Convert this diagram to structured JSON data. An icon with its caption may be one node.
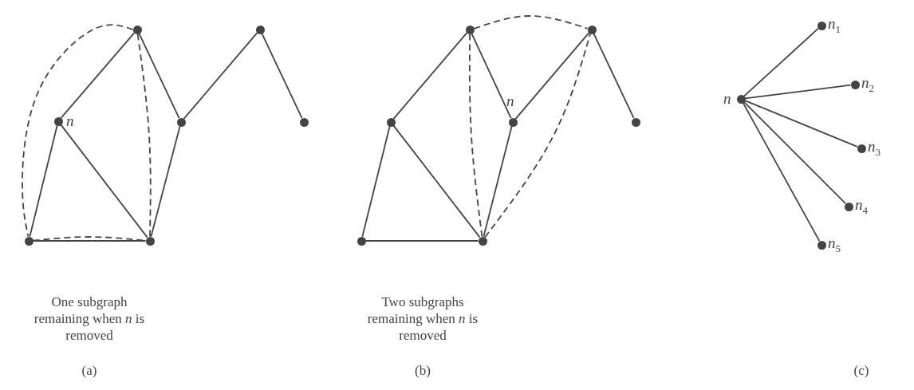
{
  "diagram": {
    "nodes": [
      {
        "text": [],
        "shape": "circle"
      },
      {
        "text": [],
        "shape": "circle",
        "beside": [
          "n"
        ]
      },
      {
        "text": [],
        "shape": "circle"
      },
      {
        "text": [],
        "shape": "circle"
      },
      {
        "text": [],
        "shape": "circle"
      },
      {
        "text": [],
        "shape": "circle"
      },
      {
        "text": [],
        "shape": "circle"
      },
      {
        "text": [],
        "shape": "circle"
      },
      {
        "text": [],
        "shape": "circle"
      },
      {
        "text": [],
        "shape": "circle"
      },
      {
        "text": [],
        "shape": "circle"
      },
      {
        "text": [],
        "shape": "circle",
        "beside": [
          "n"
        ]
      },
      {
        "text": [],
        "shape": "circle"
      },
      {
        "text": [],
        "shape": "circle"
      },
      {
        "text": [],
        "shape": "circle",
        "beside": [
          "n"
        ]
      },
      {
        "text": [],
        "shape": "circle",
        "beside": [
          "n$_{1}$"
        ]
      },
      {
        "text": [],
        "shape": "circle",
        "beside": [
          "n$_{2}$"
        ]
      },
      {
        "text": [],
        "shape": "circle",
        "beside": [
          "n$_{3}$"
        ]
      },
      {
        "text": [],
        "shape": "circle",
        "beside": [
          "n$_{4}$"
        ]
      },
      {
        "text": [],
        "shape": "circle",
        "beside": [
          "n$_{5}$"
        ]
      }
    ],
    "edges": [
      {
        "from": 0,
        "to": 1,
        "arrow": "none"
      },
      {
        "from": 1,
        "to": 2,
        "arrow": "none"
      },
      {
        "from": 1,
        "to": 3,
        "arrow": "none"
      },
      {
        "from": 2,
        "to": 3,
        "arrow": "none"
      },
      {
        "from": 0,
        "to": 4,
        "arrow": "none"
      },
      {
        "from": 4,
        "to": 3,
        "arrow": "none"
      },
      {
        "from": 4,
        "to": 5,
        "arrow": "none"
      },
      {
        "from": 5,
        "to": 6,
        "arrow": "none"
      },
      {
        "from": 0,
        "to": 2,
        "arrow": "none",
        "style": "dashed"
      },
      {
        "from": 0,
        "to": 3,
        "arrow": "none",
        "style": "dashed"
      },
      {
        "from": 2,
        "to": 3,
        "arrow": "none",
        "style": "dashed"
      },
      {
        "from": 7,
        "to": 8,
        "arrow": "none"
      },
      {
        "from": 8,
        "to": 9,
        "arrow": "none"
      },
      {
        "from": 8,
        "to": 10,
        "arrow": "none"
      },
      {
        "from": 9,
        "to": 10,
        "arrow": "none"
      },
      {
        "from": 7,
        "to": 11,
        "arrow": "none"
      },
      {
        "from": 11,
        "to": 10,
        "arrow": "none"
      },
      {
        "from": 11,
        "to": 12,
        "arrow": "none"
      },
      {
        "from": 12,
        "to": 13,
        "arrow": "none"
      },
      {
        "from": 7,
        "to": 12,
        "arrow": "none",
        "style": "dashed"
      },
      {
        "from": 7,
        "to": 10,
        "arrow": "none",
        "style": "dashed"
      },
      {
        "from": 10,
        "to": 12,
        "arrow": "none",
        "style": "dashed"
      },
      {
        "from": 14,
        "to": 15,
        "arrow": "none"
      },
      {
        "from": 14,
        "to": 16,
        "arrow": "none"
      },
      {
        "from": 14,
        "to": 17,
        "arrow": "none"
      },
      {
        "from": 14,
        "to": 18,
        "arrow": "none"
      },
      {
        "from": 14,
        "to": 19,
        "arrow": "none"
      }
    ],
    "labels": [
      "One subgraph remaining when *n* is removed",
      "Two subgraphs remaining when *n* is removed",
      "(a)",
      "(b)",
      "(c)"
    ]
  }
}
